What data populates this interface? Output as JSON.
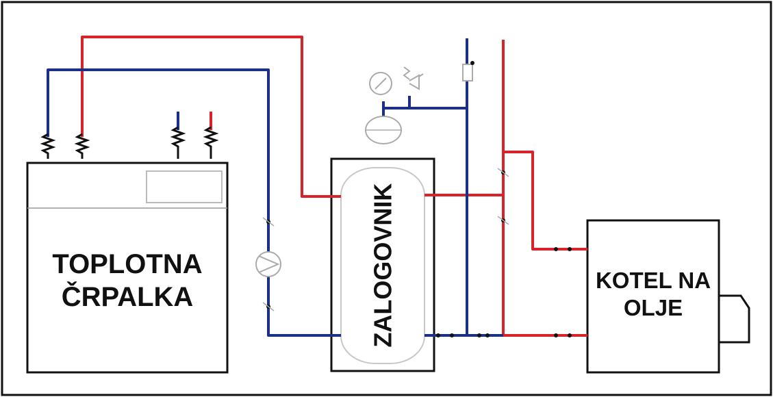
{
  "units": {
    "heat_pump": {
      "line1": "TOPLOTNA",
      "line2": "ČRPALKA"
    },
    "storage_tank": {
      "label": "ZALOGOVNIK"
    },
    "oil_boiler": {
      "line1": "KOTEL NA",
      "line2": "OLJE"
    }
  },
  "colors": {
    "hot_pipe": "#d8232a",
    "cold_pipe": "#1c2f86",
    "outline": "#111111",
    "fitting": "#9a9a9a"
  },
  "icons": [
    "pump-icon",
    "pressure-gauge-icon",
    "safety-valve-icon",
    "expansion-vessel-icon",
    "shutoff-valve-icon",
    "flexible-hose-icon"
  ]
}
